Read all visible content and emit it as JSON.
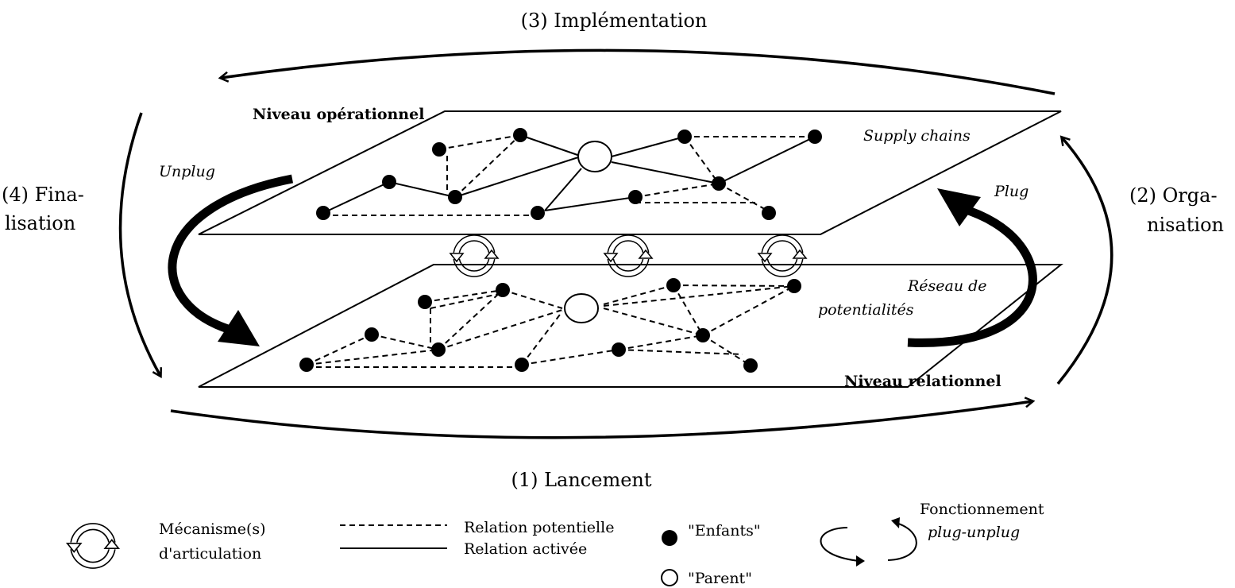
{
  "phases": {
    "launch": "(1) Lancement",
    "organisation_line1": "(2) Orga-",
    "organisation_line2": "nisation",
    "implementation": "(3) Implémentation",
    "finalisation_line1": "(4) Fina-",
    "finalisation_line2": "lisation"
  },
  "levels": {
    "operational": "Niveau opérationnel",
    "relational": "Niveau relationnel"
  },
  "planes": {
    "top_tag": "Supply chains",
    "bottom_tag_line1": "Réseau de",
    "bottom_tag_line2": "potentialités"
  },
  "arrows": {
    "unplug": "Unplug",
    "plug": "Plug"
  },
  "legend": {
    "mechanism_line1": "Mécanisme(s)",
    "mechanism_line2": "d'articulation",
    "potential_relation": "Relation potentielle",
    "activated_relation": "Relation activée",
    "children": "\"Enfants\"",
    "parent": "\"Parent\"",
    "plugunplug_line1": "Fonctionnement",
    "plugunplug_line2": "plug-unplug"
  },
  "icons": {
    "articulation": "articulation-cycle-icon",
    "plug_unplug": "plug-unplug-cycle-icon"
  },
  "colors": {
    "ink": "#000000",
    "paper": "#ffffff"
  }
}
